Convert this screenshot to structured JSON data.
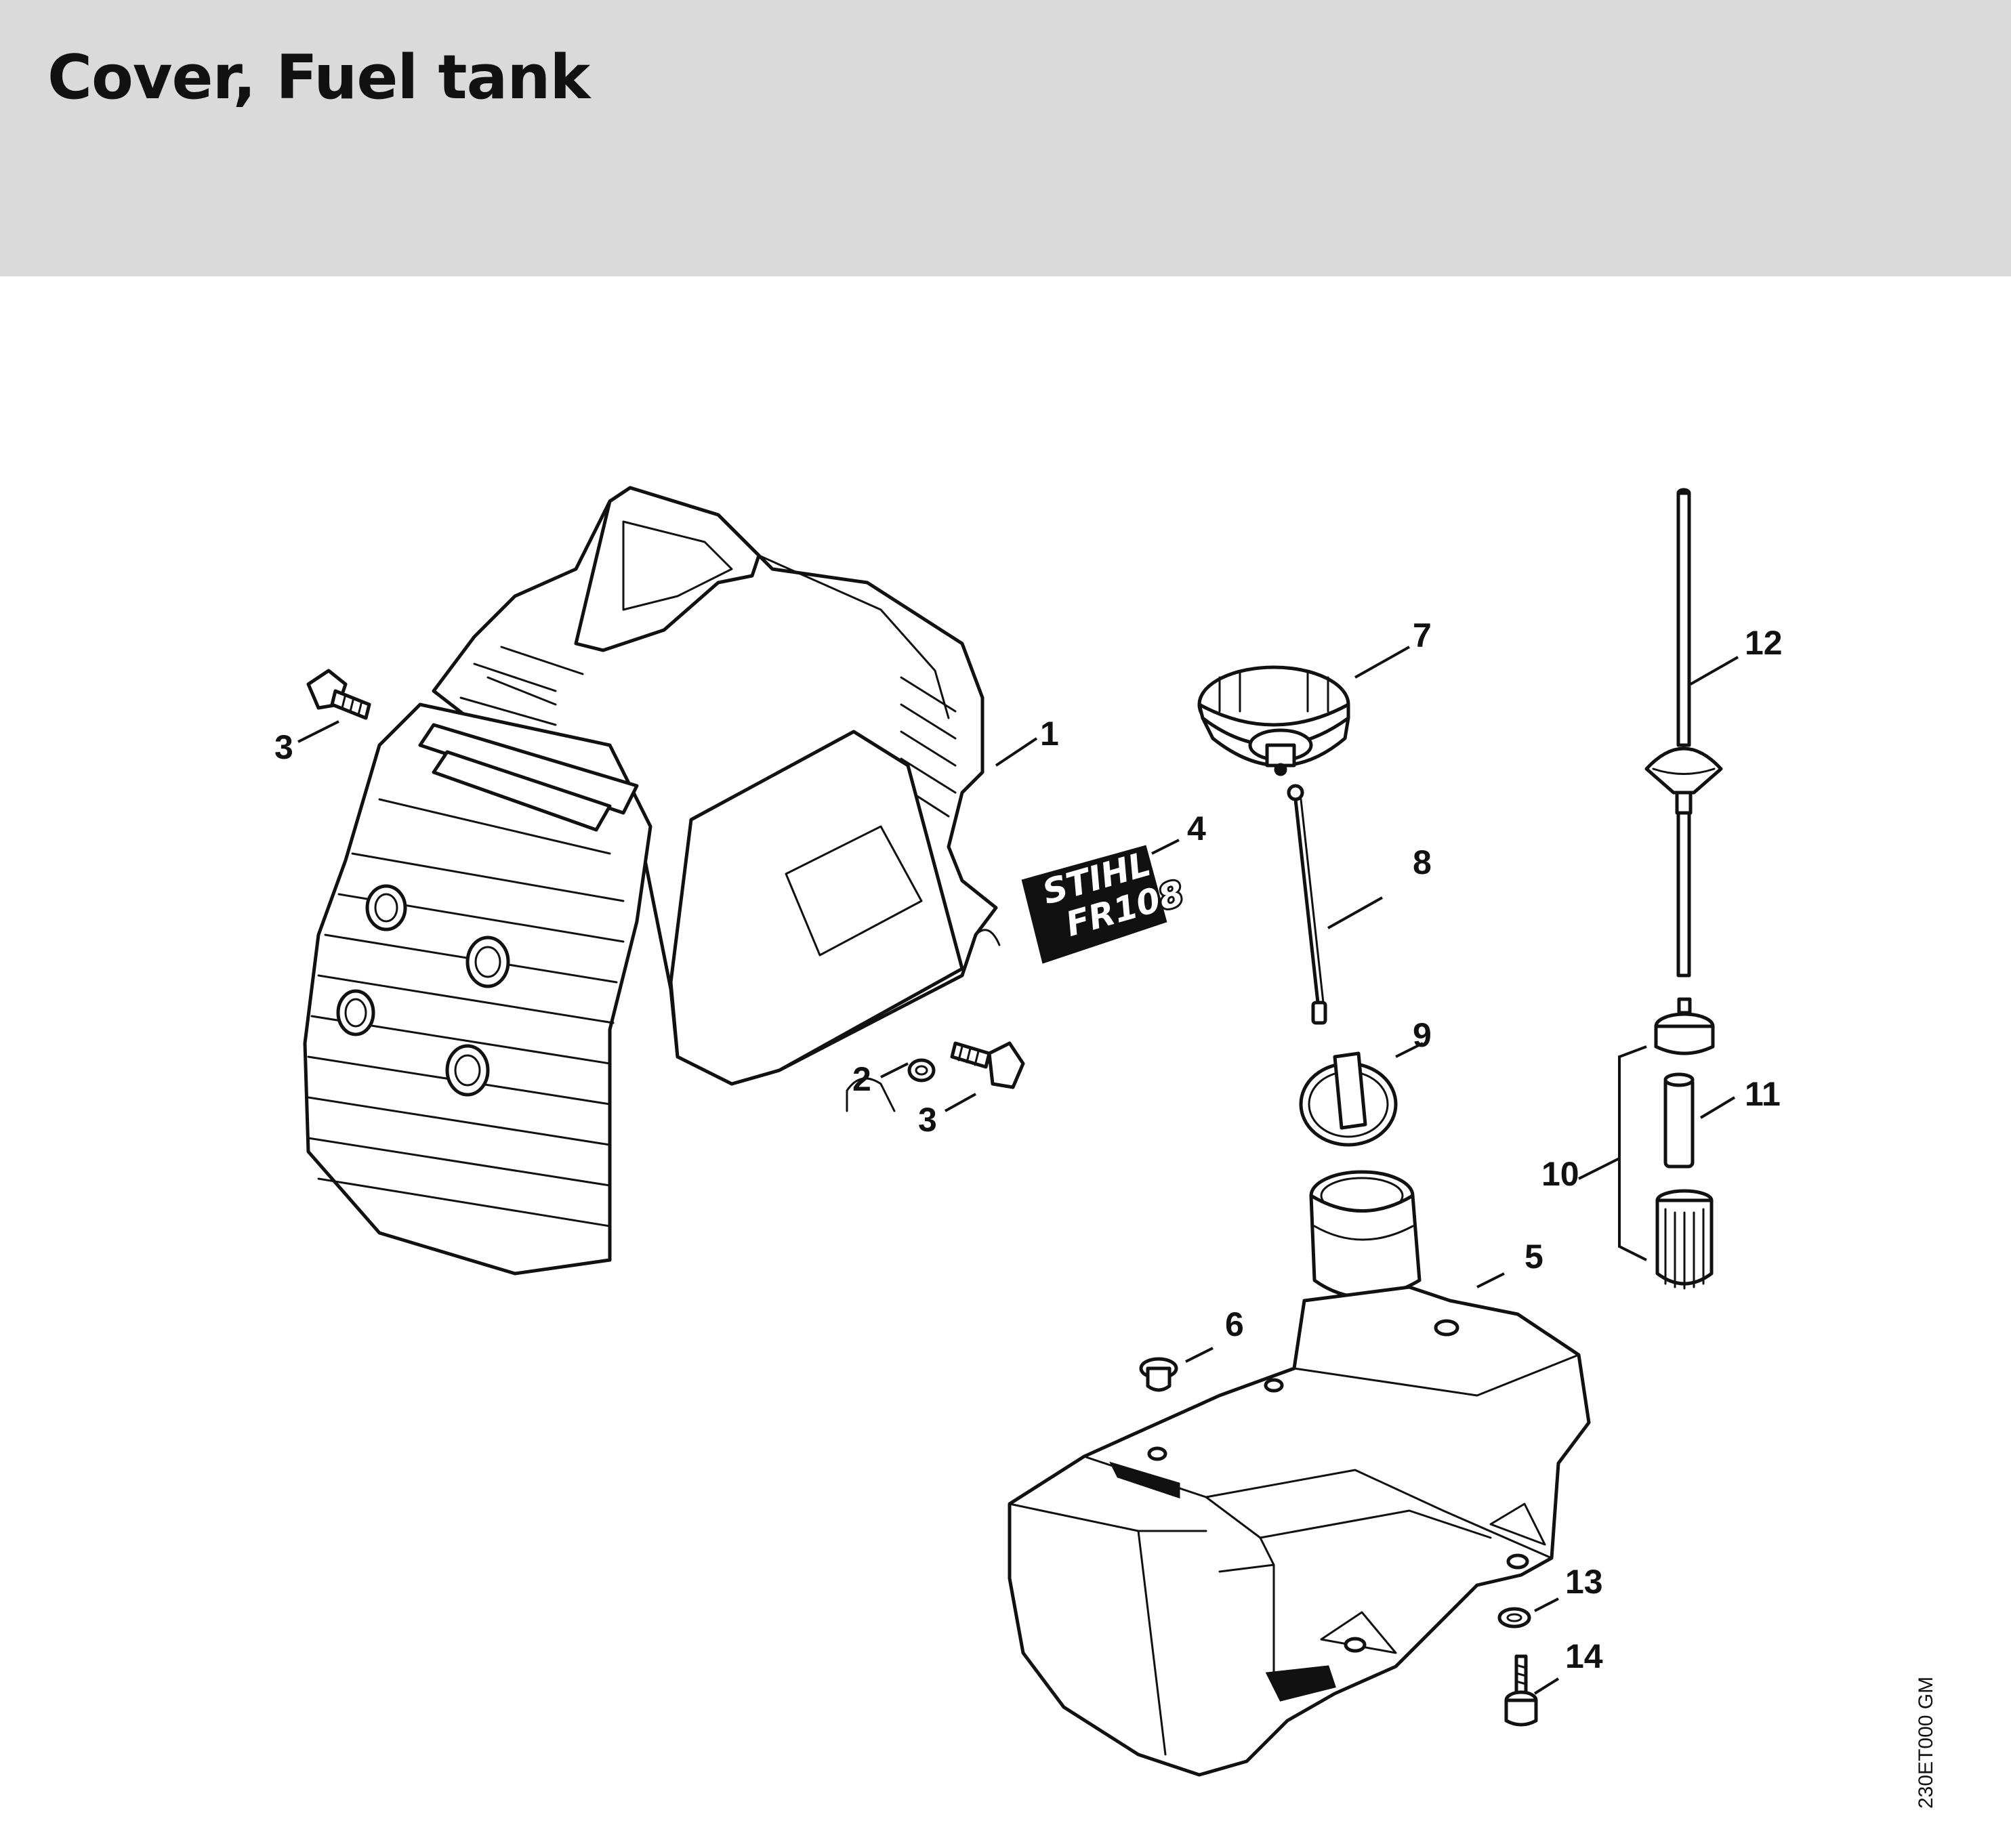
{
  "header": {
    "title": "Cover, Fuel tank"
  },
  "diagram": {
    "reference_code": "230ET000 GM",
    "decal_text": {
      "line1": "STIHL",
      "line2": "FR108"
    },
    "callouts": [
      {
        "id": "c1",
        "label": "1",
        "part": "cover"
      },
      {
        "id": "c2",
        "label": "2",
        "part": "washer"
      },
      {
        "id": "c3a",
        "label": "3",
        "part": "screw"
      },
      {
        "id": "c3b",
        "label": "3",
        "part": "screw"
      },
      {
        "id": "c4",
        "label": "4",
        "part": "decal"
      },
      {
        "id": "c5",
        "label": "5",
        "part": "fuel-tank"
      },
      {
        "id": "c6",
        "label": "6",
        "part": "grommet"
      },
      {
        "id": "c7",
        "label": "7",
        "part": "filler-cap"
      },
      {
        "id": "c8",
        "label": "8",
        "part": "cap-retainer-cord"
      },
      {
        "id": "c9",
        "label": "9",
        "part": "retainer-ring"
      },
      {
        "id": "c10",
        "label": "10",
        "part": "pickup-body-assembly"
      },
      {
        "id": "c11",
        "label": "11",
        "part": "sleeve"
      },
      {
        "id": "c12",
        "label": "12",
        "part": "fuel-hose"
      },
      {
        "id": "c13",
        "label": "13",
        "part": "washer"
      },
      {
        "id": "c14",
        "label": "14",
        "part": "screw"
      }
    ]
  }
}
